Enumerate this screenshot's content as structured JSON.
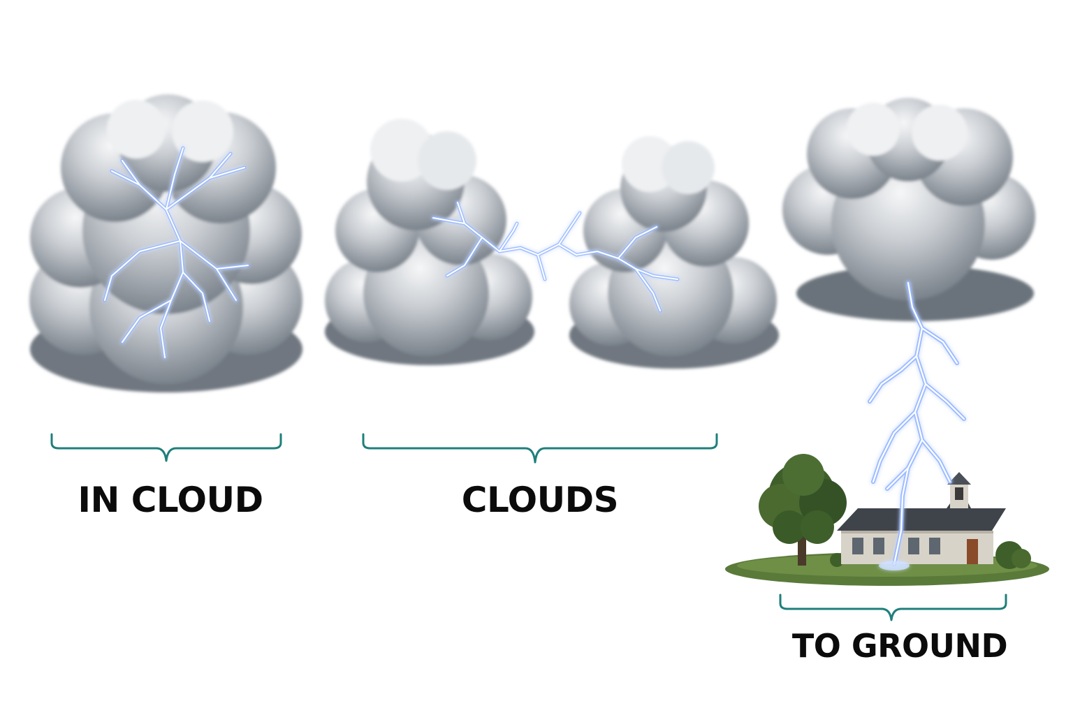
{
  "labels": {
    "in_cloud": "IN CLOUD",
    "cloud_to_cloud": "CLOUDS",
    "cloud_to_ground": "TO GROUND"
  },
  "colors": {
    "background": "#ffffff",
    "bracket": "#1f7f7b",
    "label_text": "#0b0b0b",
    "lightning_core": "#ffffff",
    "lightning_glow": "#8fb4ff",
    "cloud_light": "#f4f5f6",
    "cloud_mid": "#b9bec4",
    "cloud_dark": "#6c747d",
    "grass": "#5a7a3a",
    "tree_foliage": "#3f5f2a",
    "building_wall": "#d8d3c8",
    "building_roof": "#4b4f57",
    "door": "#8a4b2a"
  }
}
